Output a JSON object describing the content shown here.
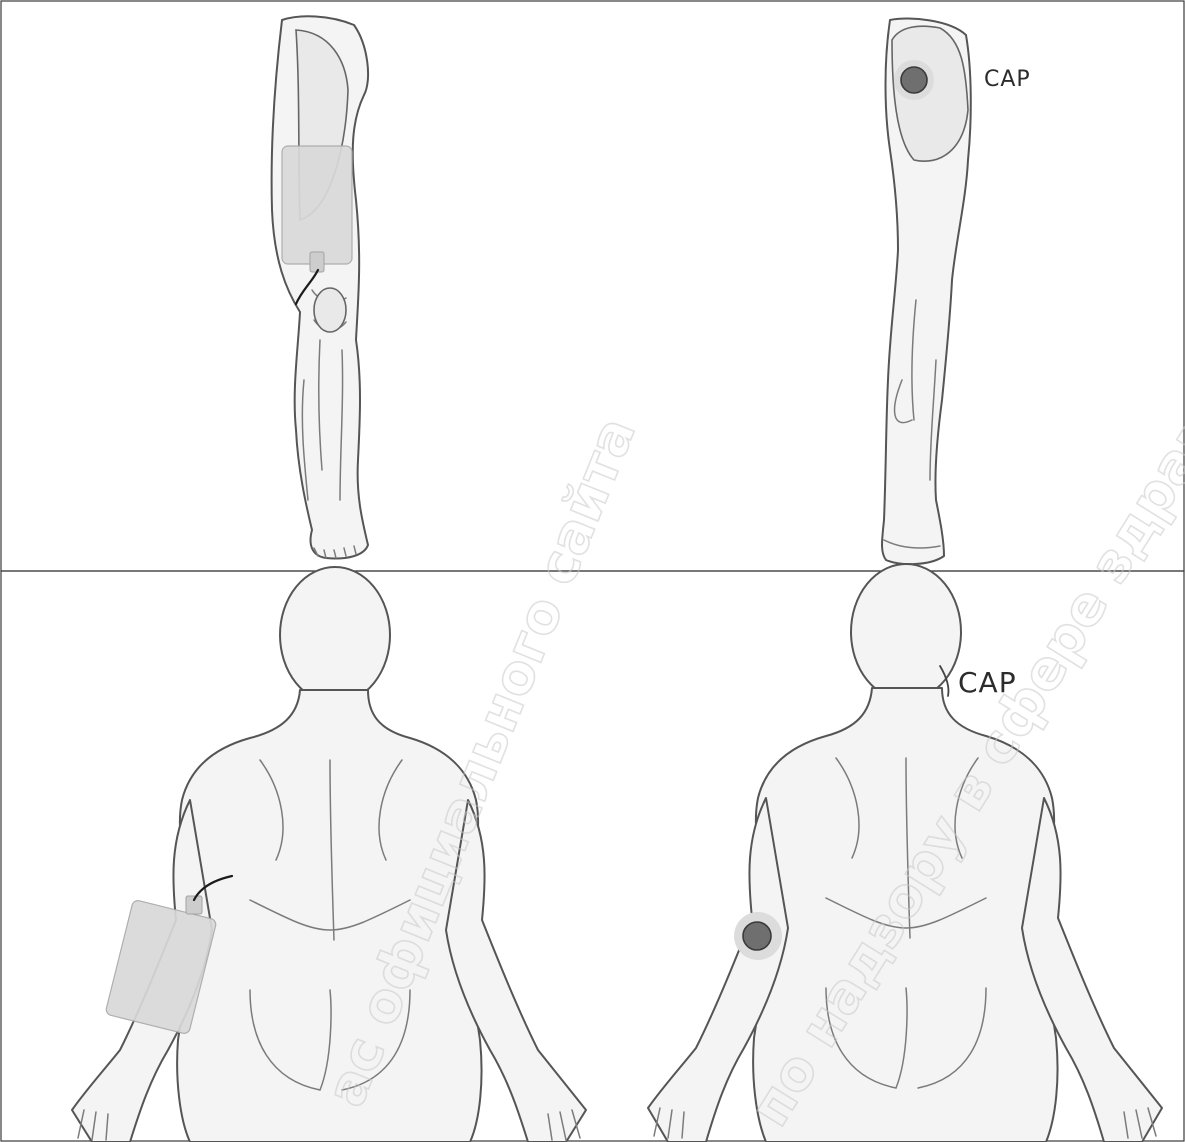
{
  "labels": {
    "leg_site": "CAP",
    "back_site": "CAP"
  },
  "watermarks": [
    "ас официального сайта",
    "по надзору в сфере здравоохранения"
  ],
  "colors": {
    "panel_border": "#3a3a3a",
    "skin": "#f4f4f4",
    "outline": "#555555",
    "device": "#d9d9d9",
    "site_marker": "#6f6f6f",
    "watermark": "#c9c9c9"
  }
}
